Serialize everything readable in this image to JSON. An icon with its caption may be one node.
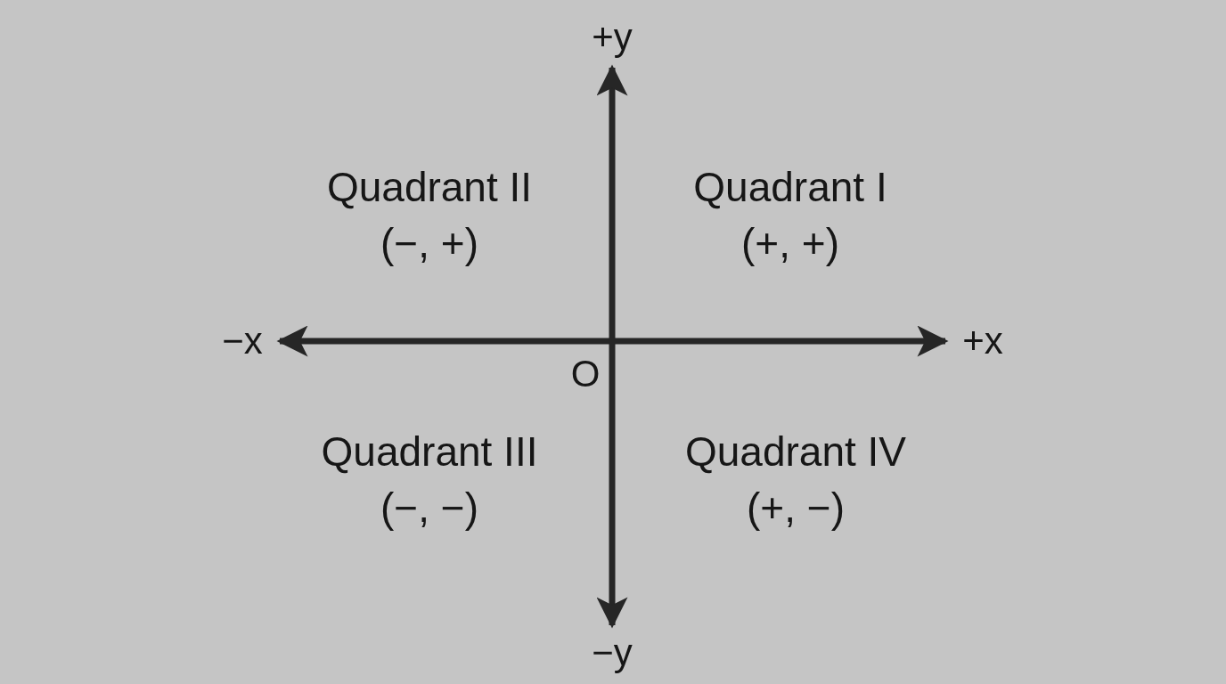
{
  "diagram": {
    "labels": [
      "+y",
      "Quadrant II",
      "(−, +)",
      "Quadrant I",
      "(+, +)",
      "−x",
      "+x",
      "O",
      "Quadrant III",
      "(−, −)",
      "Quadrant IV",
      "(+, −)",
      "−y"
    ]
  }
}
